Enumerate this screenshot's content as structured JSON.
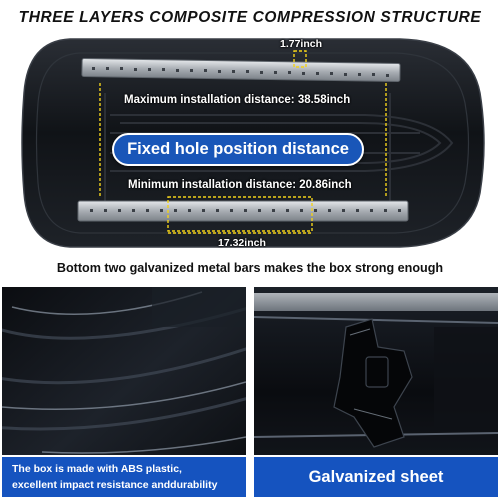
{
  "headline": "THREE LAYERS COMPOSITE COMPRESSION STRUCTURE",
  "hero": {
    "hole_gap": "1.77inch",
    "max_distance": "Maximum installation distance: 38.58inch",
    "pill_label": "Fixed hole position distance",
    "min_distance": "Minimum installation distance: 20.86inch",
    "rail_length": "17.32inch"
  },
  "caption": "Bottom two galvanized metal bars makes the box strong enough",
  "panel_left": {
    "banner_line1": "The box is made with ABS plastic,",
    "banner_line2": "excellent impact resistance anddurability"
  },
  "panel_right": {
    "banner": "Galvanized sheet"
  },
  "colors": {
    "accent_blue": "#1553bf",
    "guide_yellow": "#f2d21b",
    "box_black": "#15181d"
  }
}
